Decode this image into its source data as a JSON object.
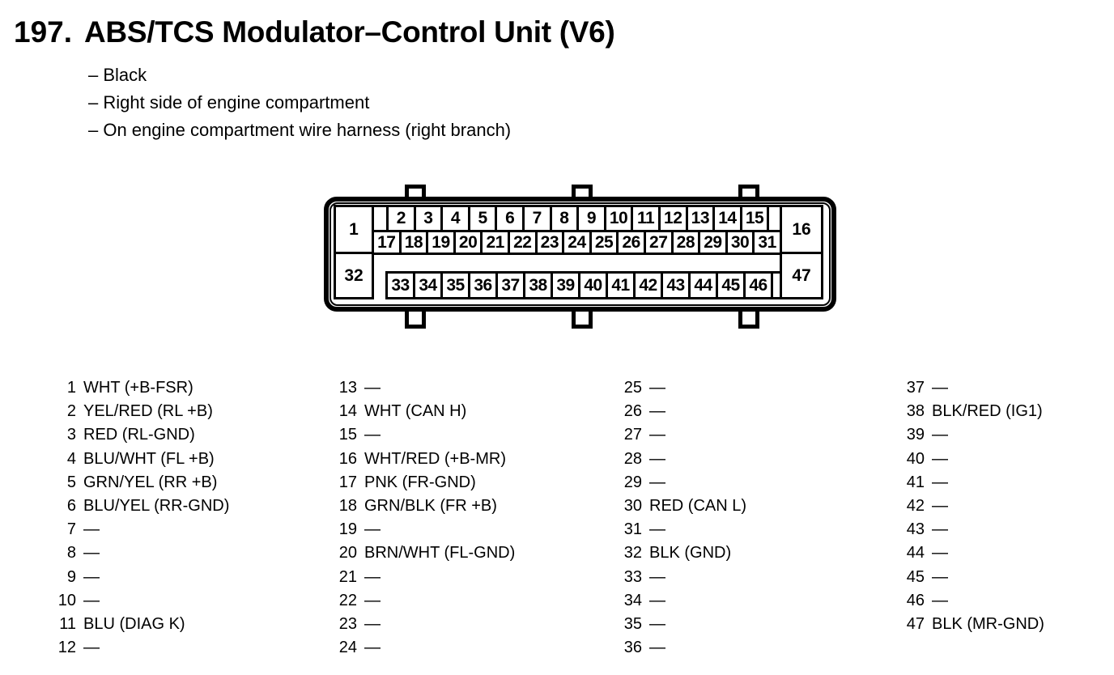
{
  "page": {
    "background": "#ffffff",
    "ink": "#000000"
  },
  "header": {
    "number": "197.",
    "title": "ABS/TCS Modulator–Control Unit (V6)",
    "bullets": [
      "– Black",
      "– Right side of engine compartment",
      "– On engine compartment wire harness (right branch)"
    ]
  },
  "connector": {
    "corner_pins": {
      "top_left": "1",
      "top_right": "16",
      "bottom_left": "32",
      "bottom_right": "47"
    },
    "row_top": [
      "2",
      "3",
      "4",
      "5",
      "6",
      "7",
      "8",
      "9",
      "10",
      "11",
      "12",
      "13",
      "14",
      "15"
    ],
    "row_middle": [
      "17",
      "18",
      "19",
      "20",
      "21",
      "22",
      "23",
      "24",
      "25",
      "26",
      "27",
      "28",
      "29",
      "30",
      "31"
    ],
    "row_bottom": [
      "33",
      "34",
      "35",
      "36",
      "37",
      "38",
      "39",
      "40",
      "41",
      "42",
      "43",
      "44",
      "45",
      "46"
    ]
  },
  "pin_table": {
    "empty_marker": "—",
    "columns": [
      {
        "pins": [
          {
            "num": "1",
            "label": "WHT (+B-FSR)"
          },
          {
            "num": "2",
            "label": "YEL/RED (RL +B)"
          },
          {
            "num": "3",
            "label": "RED (RL-GND)"
          },
          {
            "num": "4",
            "label": "BLU/WHT (FL +B)"
          },
          {
            "num": "5",
            "label": "GRN/YEL (RR +B)"
          },
          {
            "num": "6",
            "label": "BLU/YEL (RR-GND)"
          },
          {
            "num": "7",
            "label": "—"
          },
          {
            "num": "8",
            "label": "—"
          },
          {
            "num": "9",
            "label": "—"
          },
          {
            "num": "10",
            "label": "—"
          },
          {
            "num": "11",
            "label": "BLU (DIAG K)"
          },
          {
            "num": "12",
            "label": "—"
          }
        ]
      },
      {
        "pins": [
          {
            "num": "13",
            "label": "—"
          },
          {
            "num": "14",
            "label": "WHT (CAN H)"
          },
          {
            "num": "15",
            "label": "—"
          },
          {
            "num": "16",
            "label": "WHT/RED (+B-MR)"
          },
          {
            "num": "17",
            "label": "PNK (FR-GND)"
          },
          {
            "num": "18",
            "label": "GRN/BLK (FR +B)"
          },
          {
            "num": "19",
            "label": "—"
          },
          {
            "num": "20",
            "label": "BRN/WHT (FL-GND)"
          },
          {
            "num": "21",
            "label": "—"
          },
          {
            "num": "22",
            "label": "—"
          },
          {
            "num": "23",
            "label": "—"
          },
          {
            "num": "24",
            "label": "—"
          }
        ]
      },
      {
        "pins": [
          {
            "num": "25",
            "label": "—"
          },
          {
            "num": "26",
            "label": "—"
          },
          {
            "num": "27",
            "label": "—"
          },
          {
            "num": "28",
            "label": "—"
          },
          {
            "num": "29",
            "label": "—"
          },
          {
            "num": "30",
            "label": "RED (CAN L)"
          },
          {
            "num": "31",
            "label": "—"
          },
          {
            "num": "32",
            "label": "BLK (GND)"
          },
          {
            "num": "33",
            "label": "—"
          },
          {
            "num": "34",
            "label": "—"
          },
          {
            "num": "35",
            "label": "—"
          },
          {
            "num": "36",
            "label": "—"
          }
        ]
      },
      {
        "pins": [
          {
            "num": "37",
            "label": "—"
          },
          {
            "num": "38",
            "label": "BLK/RED (IG1)"
          },
          {
            "num": "39",
            "label": "—"
          },
          {
            "num": "40",
            "label": "—"
          },
          {
            "num": "41",
            "label": "—"
          },
          {
            "num": "42",
            "label": "—"
          },
          {
            "num": "43",
            "label": "—"
          },
          {
            "num": "44",
            "label": "—"
          },
          {
            "num": "45",
            "label": "—"
          },
          {
            "num": "46",
            "label": "—"
          },
          {
            "num": "47",
            "label": "BLK (MR-GND)"
          }
        ]
      }
    ]
  }
}
